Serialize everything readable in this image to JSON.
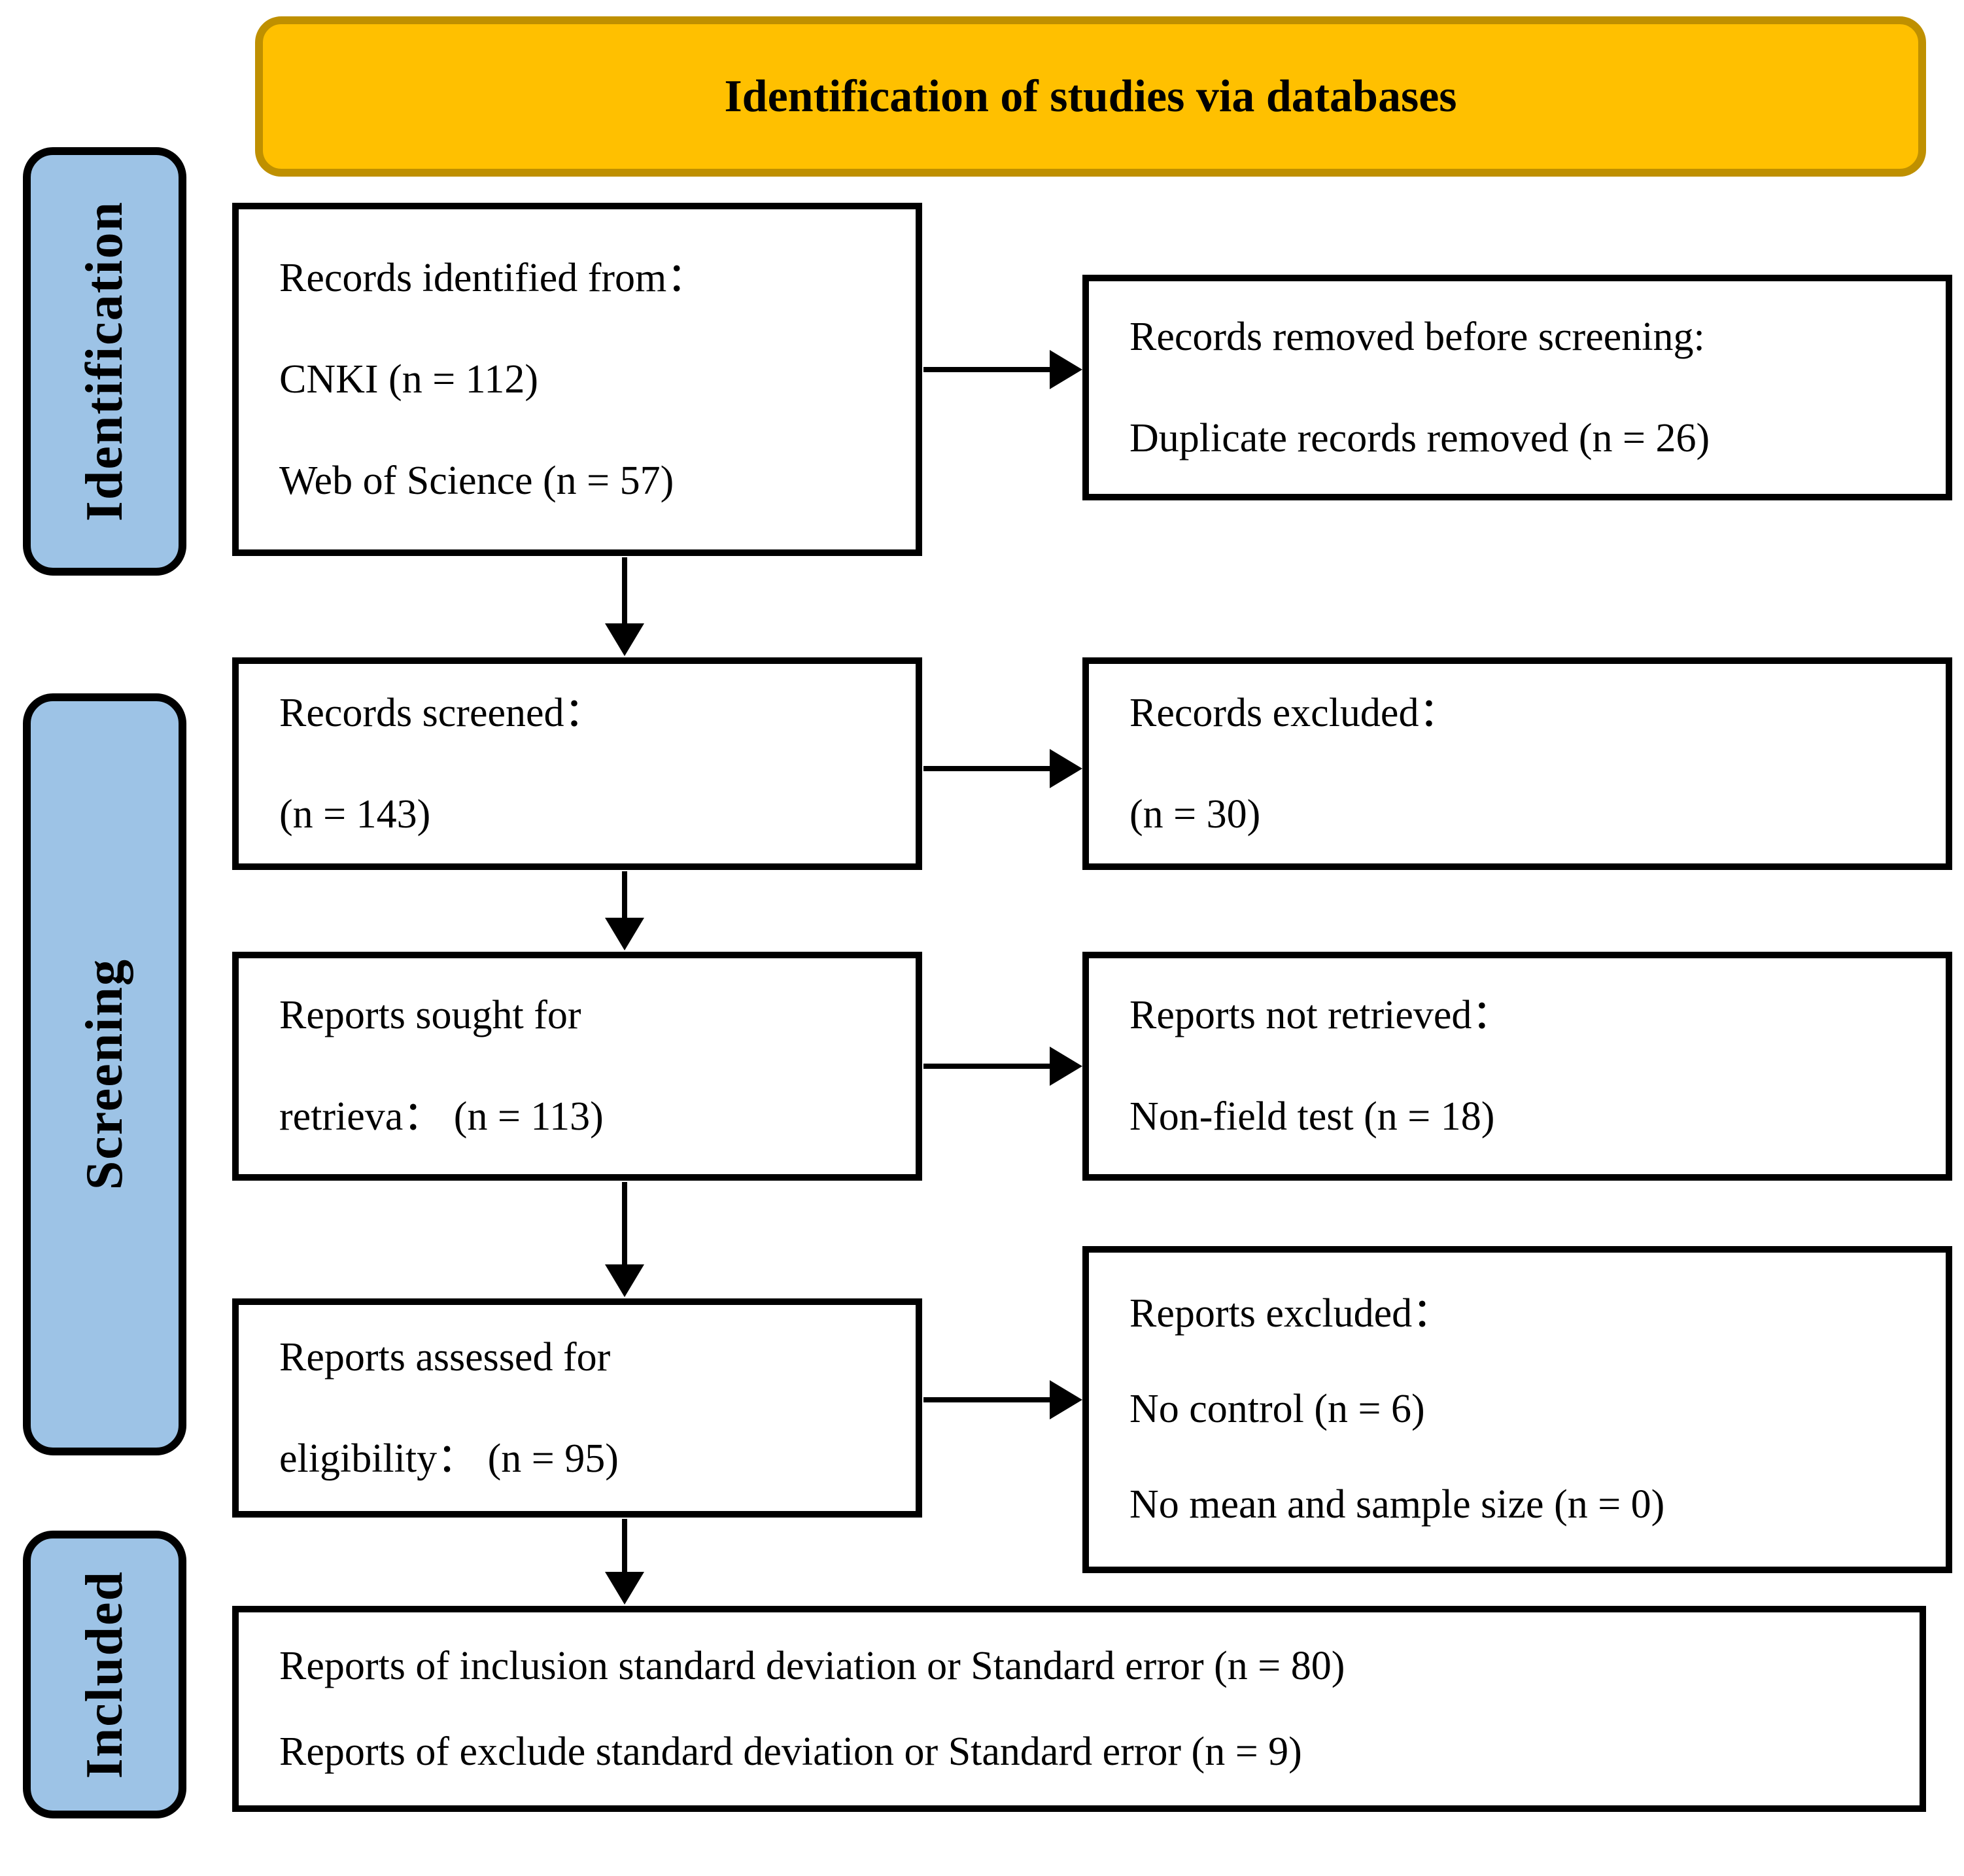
{
  "banner": {
    "label": "Identification of studies via databases"
  },
  "sidebar": {
    "stages": [
      {
        "label": "Identification"
      },
      {
        "label": "Screening"
      },
      {
        "label": "Included"
      }
    ]
  },
  "boxes": {
    "records_identified": {
      "lines": [
        "Records identified from：",
        "CNKI (n = 112)",
        "Web of Science (n = 57)"
      ]
    },
    "records_removed": {
      "lines": [
        "Records removed before screening:",
        "Duplicate records removed (n = 26)"
      ]
    },
    "records_screened": {
      "lines": [
        "Records screened：",
        "(n = 143)"
      ]
    },
    "records_excluded": {
      "lines": [
        "Records excluded：",
        "(n = 30)"
      ]
    },
    "reports_sought": {
      "lines": [
        "Reports sought for",
        "retrieva： (n = 113)"
      ]
    },
    "reports_not_retrieved": {
      "lines": [
        "Reports not retrieved：",
        "Non-field test (n = 18)"
      ]
    },
    "reports_assessed": {
      "lines": [
        "Reports assessed for",
        "eligibility： (n = 95)"
      ]
    },
    "reports_excluded": {
      "lines": [
        "Reports excluded：",
        "No control (n = 6)",
        "No mean and sample size (n = 0)"
      ]
    },
    "reports_included": {
      "lines": [
        "Reports of inclusion standard deviation or Standard error (n = 80)",
        "Reports of exclude standard deviation or Standard error (n = 9)"
      ]
    }
  },
  "colors": {
    "banner_fill": "#FFC000",
    "banner_border": "#BF9000",
    "stage_fill": "#9DC3E6",
    "line_color": "#000000",
    "box_bg": "#FFFFFF",
    "text_color": "#000000"
  }
}
